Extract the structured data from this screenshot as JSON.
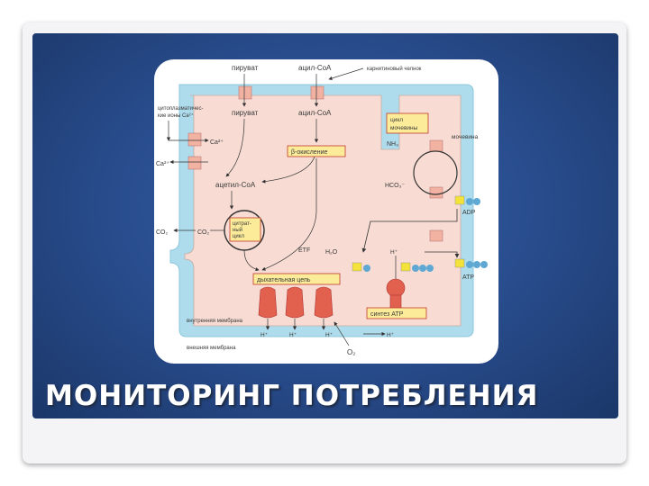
{
  "slide": {
    "title": "МОНИТОРИНГ ПОТРЕБЛЕНИЯ"
  },
  "diagram": {
    "labels": {
      "pyruvate_top": "пируват",
      "acyl_coa_top": "ацил-CoA",
      "carnitine_shuttle": "карнитиновый челнок",
      "cytoplasmic_ca_line1": "цитоплазматичес-",
      "cytoplasmic_ca_line2": "кие ионы Ca²⁺",
      "pyruvate_inner": "пируват",
      "acyl_coa_inner": "ацил-CoA",
      "ca_inner": "Ca²⁺",
      "ca_outer": "Ca²⁺",
      "urea_cycle_line1": "цикл",
      "urea_cycle_line2": "мочевины",
      "urea": "мочевина",
      "nh3": "NH₃",
      "hco3": "HCO₃⁻",
      "beta_oxidation": "β-окисление",
      "acetyl_coa": "ацетил-CoA",
      "citrate_cycle_line1": "цитрат-",
      "citrate_cycle_line2": "ный",
      "citrate_cycle_line3": "цикл",
      "co2_outer": "CO₂",
      "co2_inner": "CO₂",
      "adp": "ADP",
      "atp": "ATP",
      "etf": "ETF",
      "h2o": "H₂O",
      "respiratory_chain": "дыхательная цепь",
      "atp_synthesis": "синтез ATP",
      "inner_membrane": "внутренняя мембрана",
      "outer_membrane": "внешняя мембрана",
      "h_plus": "H⁺",
      "o2": "O₂"
    },
    "colors": {
      "matrix": "#f8dcd3",
      "membrane": "#aedcec",
      "label_box": "#fcec9a",
      "label_box_border": "#c0392b",
      "arrow": "#333333",
      "protein": "#e2604e",
      "transporter": "#f2b2a2",
      "nucleotide_a": "#f3e23a",
      "nucleotide_p": "#5fa8d3"
    }
  }
}
